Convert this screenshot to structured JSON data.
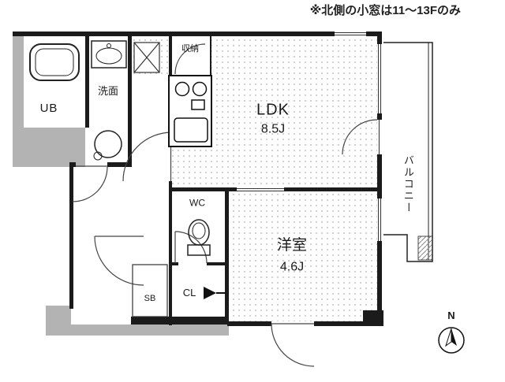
{
  "note": "※北側の小窓は11〜13Fのみ",
  "labels": {
    "ub": "UB",
    "washroom": "洗面",
    "storage": "収納",
    "ldk": "LDK",
    "ldk_size": "8.5J",
    "balcony": "バルコニー",
    "wc": "WC",
    "bedroom": "洋室",
    "bedroom_size": "4.6J",
    "closet": "CL",
    "shoebox": "SB",
    "north": "N"
  },
  "colors": {
    "wall": "#1b1b1b",
    "gray_wall": "#b3b3b3",
    "floor_dots": "#c4c4c4",
    "background": "#ffffff"
  }
}
